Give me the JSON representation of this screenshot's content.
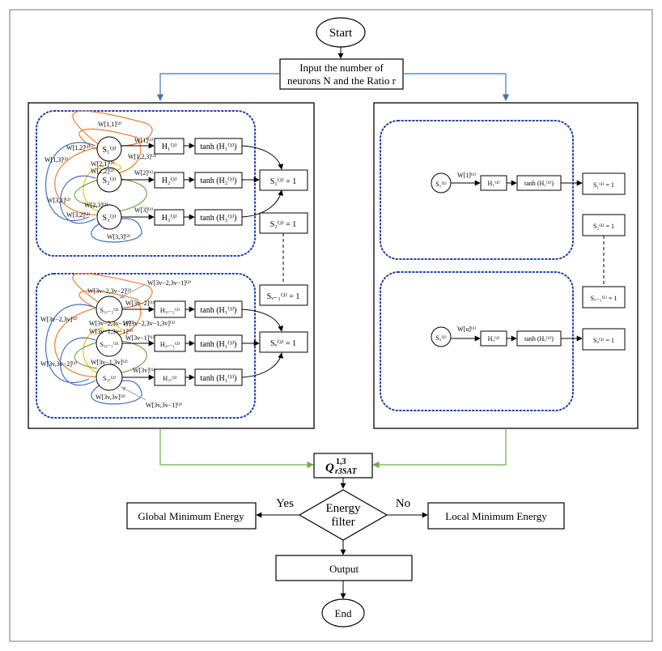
{
  "flow": {
    "start": "Start",
    "input_line1": "Input the number of",
    "input_line2": "neurons N and the Ratio r",
    "q_main": "Q",
    "q_sup": "1,3",
    "q_sub": "r3SAT",
    "filter_line1": "Energy",
    "filter_line2": "filter",
    "yes": "Yes",
    "no": "No",
    "global": "Global Minimum Energy",
    "local": "Local Minimum Energy",
    "output": "Output",
    "end": "End"
  },
  "left_panel": {
    "top_cluster": {
      "neurons": [
        "S₁⁽³⁾",
        "S₂⁽³⁾",
        "S₃⁽³⁾"
      ],
      "h_nodes": [
        "H₁⁽³⁾",
        "H₂⁽³⁾",
        "H₃⁽³⁾"
      ],
      "tanh_nodes": [
        "tanh (H₁⁽³⁾)",
        "tanh (H₂⁽³⁾)",
        "tanh (H₃⁽³⁾)"
      ],
      "first_order_weights": [
        "W[1]⁽¹⁾",
        "W[2]⁽¹⁾",
        "W[3]⁽¹⁾"
      ],
      "second_order_weights": [
        "W[1,1]⁽²⁾",
        "W[1,2]⁽²⁾",
        "W[1,3]⁽²⁾",
        "W[2,1]⁽²⁾",
        "W[2,2]⁽²⁾",
        "W[2,3]⁽²⁾",
        "W[3,1]⁽²⁾",
        "W[3,2]⁽²⁾",
        "W[3,3]⁽²⁾"
      ],
      "third_order_weight": "W[1,2,3]⁽³⁾"
    },
    "bottom_cluster": {
      "neurons": [
        "S₃ᵥ₋₂⁽³⁾",
        "S₃ᵥ₋₁⁽³⁾",
        "S₃ᵥ⁽³⁾"
      ],
      "h_nodes": [
        "H₃ᵥ₋₂⁽³⁾",
        "H₃ᵥ₋₁⁽³⁾",
        "H₃ᵥ⁽³⁾"
      ],
      "tanh_nodes": [
        "tanh (H₁⁽³⁾)",
        "tanh (H₁⁽³⁾)",
        "tanh (H₁⁽³⁾)"
      ],
      "first_order_weights": [
        "W[3v−2]⁽¹⁾",
        "W[3v−1]⁽¹⁾",
        "W[3v]⁽¹⁾"
      ],
      "second_order_weights": [
        "W[3v−2,3v−1]⁽²⁾",
        "W[3v−2,3v−2]⁽²⁾",
        "W[3v−2,3v]⁽²⁾",
        "W[3v−2,3v−1]⁽²⁾",
        "W[3v−1,3v−1]⁽²⁾",
        "W[3v−1,3v]⁽²⁾",
        "W[3v,3v−2]⁽²⁾",
        "W[3v,3v]⁽²⁾",
        "W[3v,3v−1]⁽²⁾"
      ],
      "third_order_weight": "W[3v−2,3v−1,3v]⁽³⁾"
    },
    "states": [
      "S₁⁽³⁾ = 1",
      "S₂⁽³⁾ = 1",
      "Sᵥ₋₁⁽³⁾ = 1",
      "Sᵥ⁽³⁾ = 1"
    ]
  },
  "right_panel": {
    "top": {
      "neuron": "S₁⁽¹⁾",
      "weight": "W[1]⁽¹⁾",
      "h": "H₁⁽¹⁾",
      "tanh": "tanh (H₁⁽¹⁾)"
    },
    "bottom": {
      "neuron": "Sᵤ⁽¹⁾",
      "weight": "W[u]⁽¹⁾",
      "h": "Hᵤ⁽¹⁾",
      "tanh": "tanh (Hᵤ⁽¹⁾)"
    },
    "states": [
      "S₁⁽¹⁾ = 1",
      "S₂⁽¹⁾ = 1",
      "Sᵤ₋₁⁽¹⁾ = 1",
      "Sᵤ⁽¹⁾ = 1"
    ]
  },
  "colors": {
    "blue_arrow": "#4472c4",
    "green_arrow": "#70ad47",
    "dotted_border": "#1f3fa8",
    "orange_edge": "#ed7d31",
    "gold_edge": "#ffc000"
  }
}
